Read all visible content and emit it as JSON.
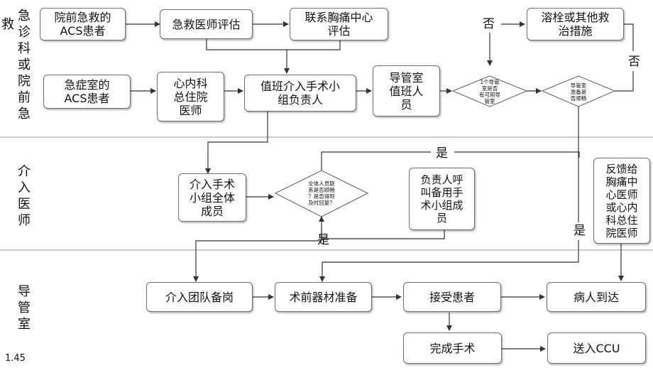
{
  "lanes": {
    "emergency_title": "急\n诊\n科\n或\n院\n前\n急",
    "emergency_prefix": "救",
    "intervention_title": "介\n入\n医\n师",
    "cathlab_title": "导\n管\n室"
  },
  "nodes": {
    "prehospital_acs": "院前急救的\nACS患者",
    "emergency_physician": "急救医师评估",
    "contact_chest_pain": "联系胸痛中心\n评估",
    "thrombolysis": "溶栓或其他救\n治措施",
    "er_acs": "急症室的\nACS患者",
    "cardiology_resident": "心内科\n总住院\n医师",
    "team_leader": "值班介入手术小\n组负责人",
    "cathlab_staff": "导管室\n值班人\n员",
    "all_team_members": "介入手术\n小组全体\n成员",
    "leader_call_backup": "负责人呼\n叫备用手\n术小组成\n员",
    "feedback": "反馈给\n胸痛中\n心医师\n或心内\n科总住\n院医师",
    "team_standby": "介入团队备岗",
    "equipment_prep": "术前器材准备",
    "receive_patient": "接受患者",
    "patient_arrives": "病人到达",
    "complete_surgery": "完成手术",
    "send_ccu": "送入CCU"
  },
  "decisions": {
    "cathlab_available": "1个导管\n室是否\n有可用导\n管室",
    "cathlab_ready": "导管室\n准备是\n否顺畅",
    "all_contacted": "全体人员联\n系是否顺畅\n？是否得到\n及时回复？"
  },
  "labels": {
    "no_top": "否",
    "no_right": "否",
    "yes_recall": "是",
    "yes_team": "是",
    "yes_ready": "是"
  },
  "page_number": "1.45",
  "colors": {
    "line": "#333333",
    "border": "#6e6e6e",
    "lane_divider": "#9a9a9a"
  }
}
